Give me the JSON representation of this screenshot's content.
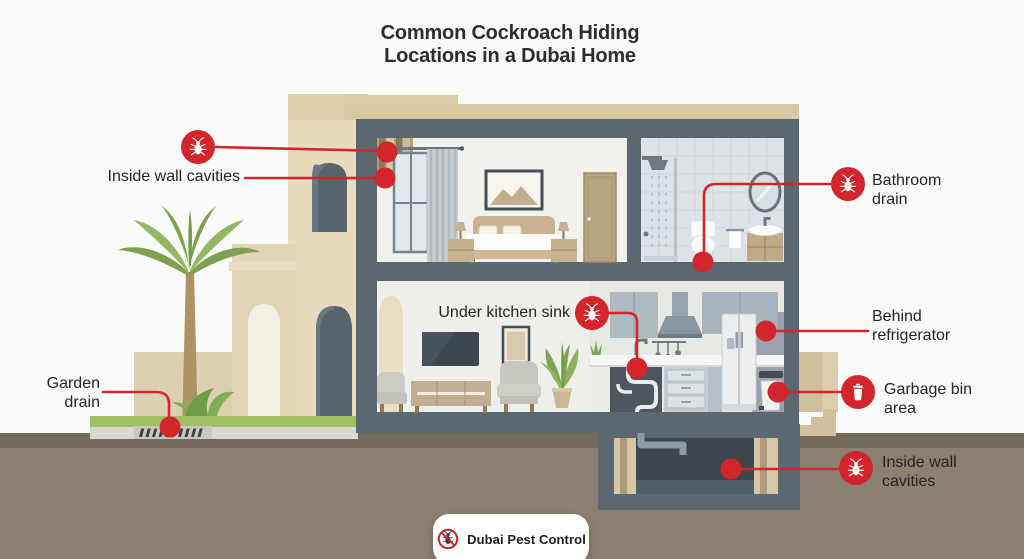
{
  "title": {
    "line1": "Common Cockroach Hiding",
    "line2": "Locations in a Dubai Home"
  },
  "callouts": {
    "wall_cavities_top": {
      "label": "Inside wall cavities"
    },
    "bathroom_drain": {
      "line1": "Bathroom",
      "line2": "drain"
    },
    "under_kitchen_sink": {
      "label": "Under kitchen sink"
    },
    "behind_refrigerator": {
      "line1": "Behind",
      "line2": "refrigerator"
    },
    "garbage_bin_area": {
      "line1": "Garbage bin",
      "line2": "area"
    },
    "garden_drain": {
      "line1": "Garden",
      "line2": "drain"
    },
    "wall_cavities_basement": {
      "line1": "Inside wall",
      "line2": "cavities"
    }
  },
  "branding": {
    "logo_text": "Dubai Pest Control"
  },
  "icons": {
    "marker_pest": "cockroach-icon",
    "marker_garbage": "garbage-bin-icon",
    "logo": "no-cockroach-icon"
  },
  "colors": {
    "accent_red": "#d2262c",
    "frame_grey": "#5b6771",
    "facade_beige": "#e8dbbe",
    "parapet_beige": "#d9c6a2",
    "soil_brown": "#8b8071",
    "soil_dark": "#75695a",
    "grass_green": "#9fc163",
    "tile_grey": "#dde3e7",
    "text_dark": "#2d2d2d",
    "background": "#fbfbfa"
  }
}
